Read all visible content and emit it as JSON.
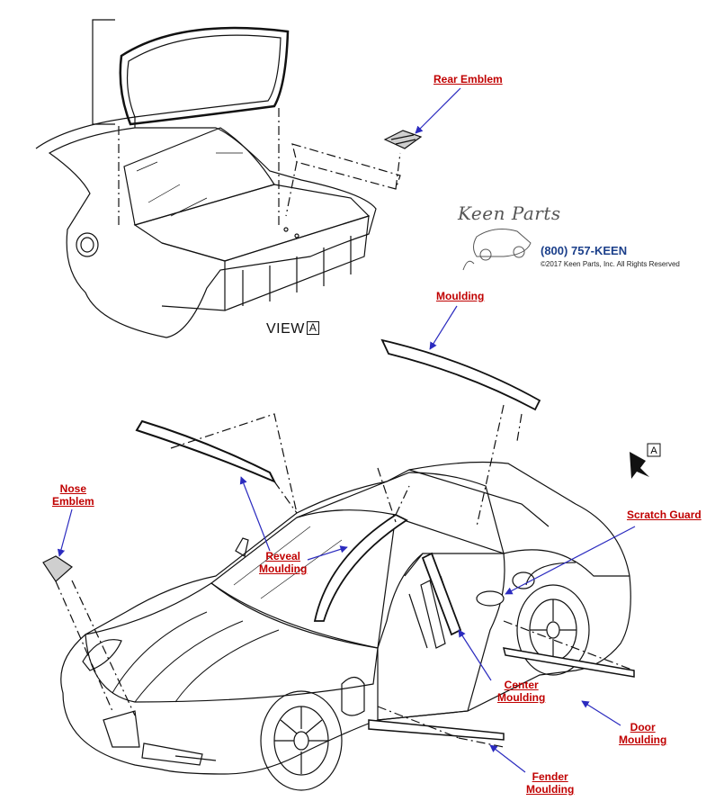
{
  "view_label": {
    "text": "VIEW",
    "marker": "A"
  },
  "view_marker_arrow": "A",
  "logo": {
    "brand": "Keen Parts",
    "phone": "(800) 757-KEEN",
    "copyright": "©2017 Keen Parts, Inc. All Rights Reserved"
  },
  "callouts": {
    "rear_emblem": [
      "Rear Emblem"
    ],
    "moulding": [
      "Moulding"
    ],
    "scratch_guard": [
      "Scratch Guard"
    ],
    "nose_emblem": [
      "Nose",
      "Emblem"
    ],
    "reveal_moulding": [
      "Reveal",
      "Moulding"
    ],
    "center_moulding": [
      "Center",
      "Moulding"
    ],
    "door_moulding": [
      "Door",
      "Moulding"
    ],
    "fender_moulding": [
      "Fender",
      "Moulding"
    ]
  },
  "colors": {
    "callout_text": "#c00000",
    "leader_arrow": "#2b2bbf",
    "line_art": "#111111",
    "phone": "#1b3f8a"
  }
}
